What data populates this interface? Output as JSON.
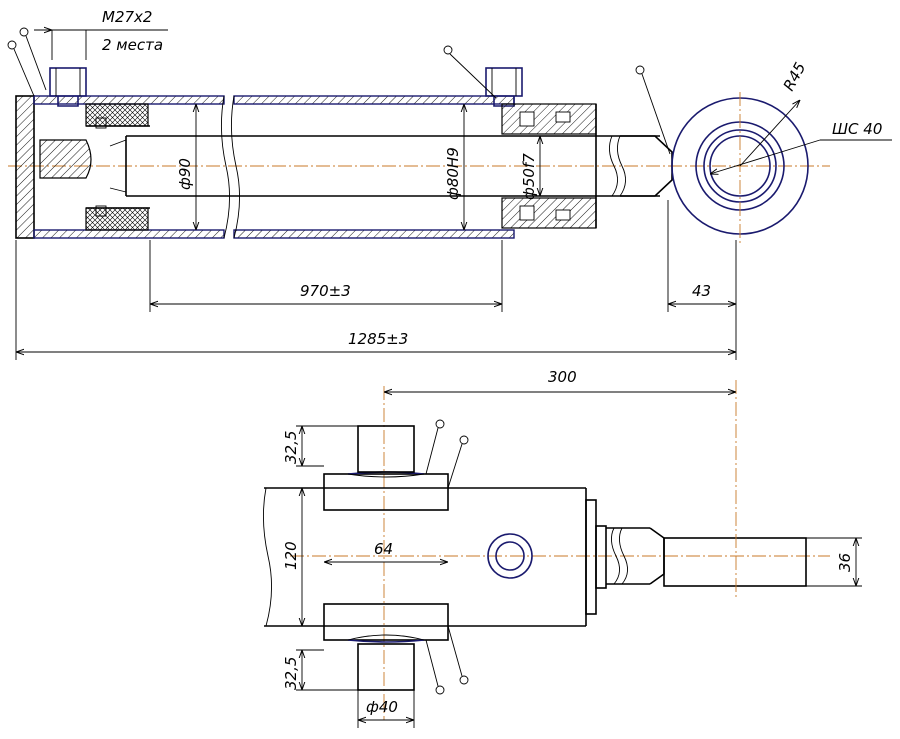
{
  "drawing": {
    "port_thread": "M27x2",
    "port_qty": "2 места",
    "radius_eye": "R45",
    "spherical_bearing": "ШС 40",
    "dia_body_outer": "ф90",
    "dia_bore": "ф80H9",
    "dia_rod": "ф50f7",
    "stroke_dim": "970±3",
    "eye_offset": "43",
    "overall_length": "1285±3",
    "trunnion_center_to_eye": "300",
    "trunnion_top": "32,5",
    "trunnion_bottom": "32,5",
    "trunnion_width": "64",
    "body_height": "120",
    "trunnion_pin": "ф40",
    "eye_width": "36"
  },
  "colors": {
    "line": "#000000",
    "blue_line": "#1a1a6e",
    "centerline": "#c87a28"
  }
}
